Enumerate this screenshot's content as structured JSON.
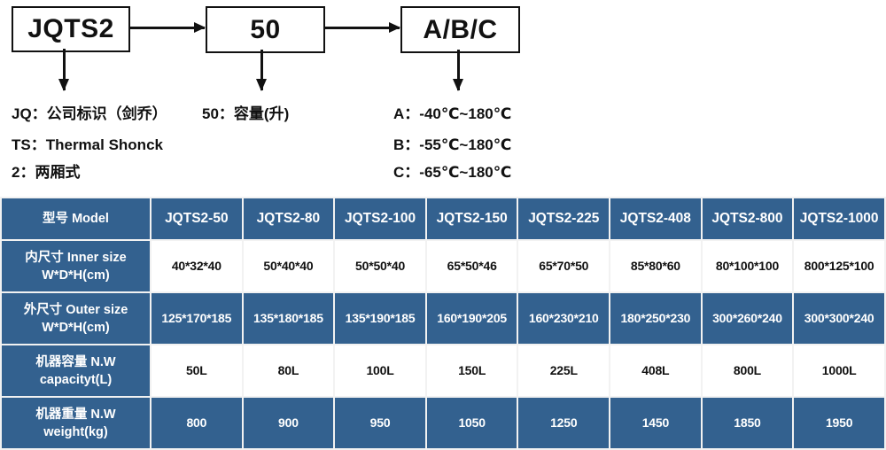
{
  "diagram": {
    "boxes": [
      {
        "name": "model-code",
        "text": "JQTS2"
      },
      {
        "name": "capacity-code",
        "text": "50"
      },
      {
        "name": "temperature-code",
        "text": "A/B/C"
      }
    ],
    "legend": {
      "jq": "JQ：公司标识（剑乔）",
      "ts": "TS：Thermal Shonck",
      "two": "2：两厢式",
      "capacity": "50：容量(升)",
      "grade_a": "A：-40℃~180℃",
      "grade_b": "B：-55℃~180℃",
      "grade_c": "C：-65℃~180℃"
    },
    "arrows": {
      "code_to_capacity": "arrow-right",
      "capacity_to_temperature": "arrow-right",
      "code_down": "arrow-down",
      "capacity_down": "arrow-down",
      "temperature_down": "arrow-down"
    }
  },
  "colors": {
    "header_blue": "#33618f",
    "cell_white": "#ffffff",
    "grid_gap": "#f2f2f2",
    "diagram_line": "#111111"
  },
  "table": {
    "row_labels": [
      "型号 Model",
      "内尺寸 Inner size\nW*D*H(cm)",
      "外尺寸 Outer size\nW*D*H(cm)",
      "机器容量 N.W\ncapacityt(L)",
      "机器重量 N.W\nweight(kg)"
    ],
    "label_lines": {
      "model": {
        "l1": "型号 Model",
        "l2": ""
      },
      "inner": {
        "l1": "内尺寸 Inner size",
        "l2": "W*D*H(cm)"
      },
      "outer": {
        "l1": "外尺寸 Outer size",
        "l2": "W*D*H(cm)"
      },
      "capacity": {
        "l1": "机器容量 N.W",
        "l2": "capacityt(L)"
      },
      "weight": {
        "l1": "机器重量 N.W",
        "l2": "weight(kg)"
      }
    },
    "models": [
      "JQTS2-50",
      "JQTS2-80",
      "JQTS2-100",
      "JQTS2-150",
      "JQTS2-225",
      "JQTS2-408",
      "JQTS2-800",
      "JQTS2-1000"
    ],
    "inner_size": [
      "40*32*40",
      "50*40*40",
      "50*50*40",
      "65*50*46",
      "65*70*50",
      "85*80*60",
      "80*100*100",
      "800*125*100"
    ],
    "outer_size": [
      "125*170*185",
      "135*180*185",
      "135*190*185",
      "160*190*205",
      "160*230*210",
      "180*250*230",
      "300*260*240",
      "300*300*240"
    ],
    "capacity": [
      "50L",
      "80L",
      "100L",
      "150L",
      "225L",
      "408L",
      "800L",
      "1000L"
    ],
    "weight": [
      "800",
      "900",
      "950",
      "1050",
      "1250",
      "1450",
      "1850",
      "1950"
    ]
  }
}
